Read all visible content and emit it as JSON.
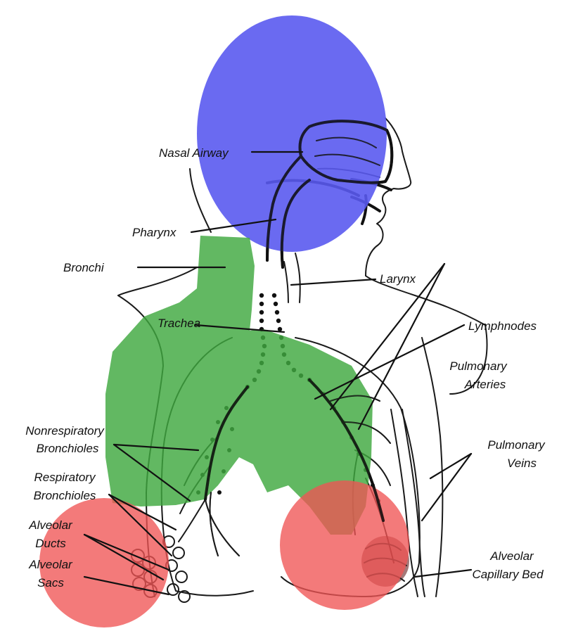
{
  "colors": {
    "upper_region": "#6464f0",
    "middle_region": "#4caf50",
    "lower_region": "#f06464",
    "ink": "#111111"
  },
  "labels": {
    "nasal_airway": "Nasal Airway",
    "pharynx": "Pharynx",
    "larynx": "Larynx",
    "trachea": "Trachea",
    "lymphnodes": "Lymphnodes",
    "pulmonary_arteries_1": "Pulmonary",
    "pulmonary_arteries_2": "Arteries",
    "bronchi": "Bronchi",
    "nonrespiratory_1": "Nonrespiratory",
    "nonrespiratory_2": "Bronchioles",
    "respiratory_1": "Respiratory",
    "respiratory_2": "Bronchioles",
    "pulmonary_veins_1": "Pulmonary",
    "pulmonary_veins_2": "Veins",
    "alveolar_ducts_1": "Alveolar",
    "alveolar_ducts_2": "Ducts",
    "alveolar_sacs_1": "Alveolar",
    "alveolar_sacs_2": "Sacs",
    "alveolar_capillary_1": "Alveolar",
    "alveolar_capillary_2": "Capillary Bed"
  }
}
